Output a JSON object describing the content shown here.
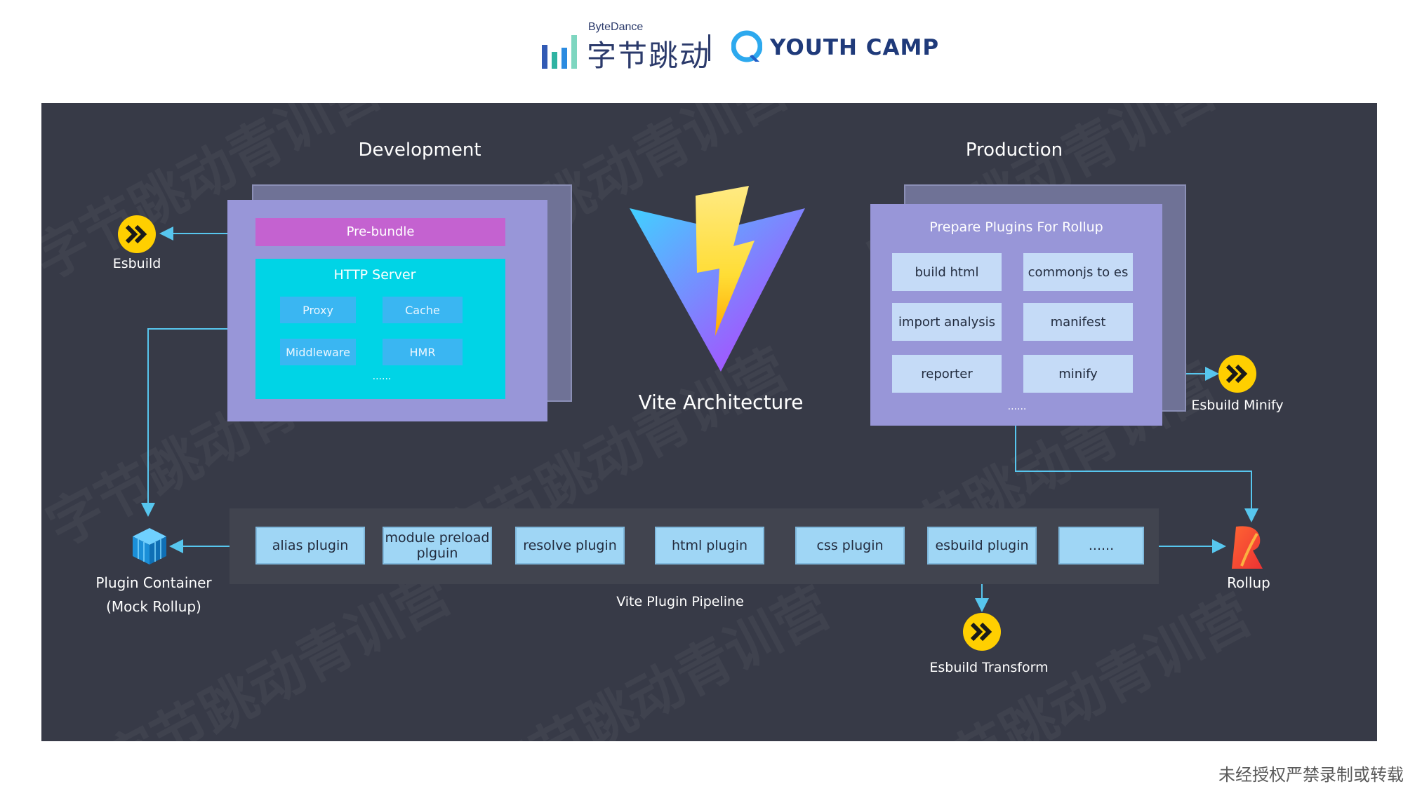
{
  "header": {
    "bytedance_en": "ByteDance",
    "bytedance_cn": "字节跳动",
    "youth_camp": "YOUTH CAMP"
  },
  "watermark_text": "字节跳动青训营",
  "diagram": {
    "development_title": "Development",
    "production_title": "Production",
    "center_title": "Vite Architecture",
    "pre_bundle": "Pre-bundle",
    "http_server": "HTTP Server",
    "server_items": [
      "Proxy",
      "Cache",
      "Middleware",
      "HMR"
    ],
    "server_ellipsis": "......",
    "esbuild": "Esbuild",
    "prepare_plugins": "Prepare Plugins For Rollup",
    "prod_items": [
      "build html",
      "commonjs to es",
      "import analysis",
      "manifest",
      "reporter",
      "minify"
    ],
    "prod_ellipsis": "......",
    "esbuild_minify": "Esbuild Minify",
    "pipeline_label": "Vite Plugin Pipeline",
    "pipeline": [
      "alias plugin",
      "module preload plguin",
      "resolve plugin",
      "html plugin",
      "css plugin",
      "esbuild plugin",
      "......"
    ],
    "plugin_container_line1": "Plugin Container",
    "plugin_container_line2": "(Mock Rollup)",
    "rollup": "Rollup",
    "esbuild_transform": "Esbuild Transform"
  },
  "colors": {
    "slide_bg": "#373a47",
    "panel": "#9896d8",
    "pre_bundle": "#c462d0",
    "http_server": "#00d4e6",
    "esbuild_yellow": "#ffcf00",
    "arrow": "#57c6ee"
  },
  "footer": "未经授权严禁录制或转载"
}
